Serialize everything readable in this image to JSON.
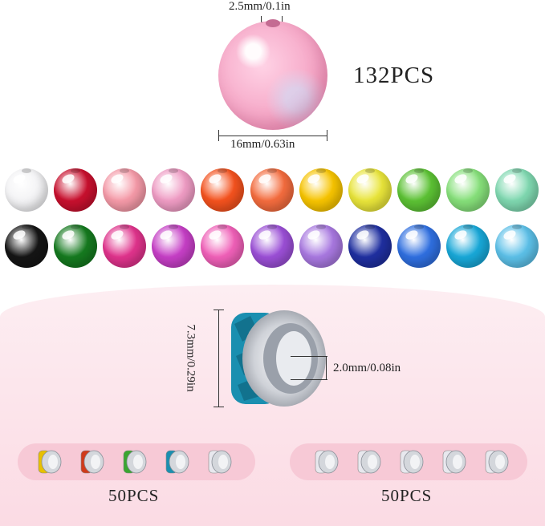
{
  "top": {
    "hole_size": "2.5mm/0.1in",
    "bead_size": "16mm/0.63in",
    "count": "132PCS",
    "bead_color": "#f6a9c8"
  },
  "beads": {
    "row1": [
      {
        "name": "white",
        "color": "#f3f3f5"
      },
      {
        "name": "red",
        "color": "#c8102e"
      },
      {
        "name": "light-pink",
        "color": "#f59aa8"
      },
      {
        "name": "pink",
        "color": "#ef9cc4"
      },
      {
        "name": "orange-red",
        "color": "#f4521e"
      },
      {
        "name": "coral",
        "color": "#f46c3e"
      },
      {
        "name": "yellow",
        "color": "#f7c400"
      },
      {
        "name": "lemon",
        "color": "#e9e53a"
      },
      {
        "name": "green",
        "color": "#5cc234"
      },
      {
        "name": "light-green",
        "color": "#86e07a"
      },
      {
        "name": "mint",
        "color": "#7fd8b0"
      }
    ],
    "row2": [
      {
        "name": "black",
        "color": "#151515"
      },
      {
        "name": "dark-green",
        "color": "#157a1f"
      },
      {
        "name": "magenta",
        "color": "#e0338c"
      },
      {
        "name": "purple-pink",
        "color": "#c63fc6"
      },
      {
        "name": "hot-pink",
        "color": "#f060b8"
      },
      {
        "name": "violet",
        "color": "#9b4fd6"
      },
      {
        "name": "lavender",
        "color": "#a878e0"
      },
      {
        "name": "navy",
        "color": "#1f2fa0"
      },
      {
        "name": "blue",
        "color": "#2f6fe0"
      },
      {
        "name": "cyan",
        "color": "#18a8d8"
      },
      {
        "name": "light-blue",
        "color": "#5cc0e8"
      }
    ]
  },
  "rondelle": {
    "height": "7.3mm/0.29in",
    "hole": "2.0mm/0.08in",
    "crystal_color": "#1a8fb0"
  },
  "left_group": {
    "count": "50PCS",
    "colors": [
      "#e8c000",
      "#d03a1a",
      "#3aa630",
      "#1a8fb0",
      "#e8e8ee"
    ]
  },
  "right_group": {
    "count": "50PCS",
    "colors": [
      "#e8e8ee",
      "#e8e8ee",
      "#e8e8ee",
      "#e8e8ee",
      "#e8e8ee"
    ]
  }
}
